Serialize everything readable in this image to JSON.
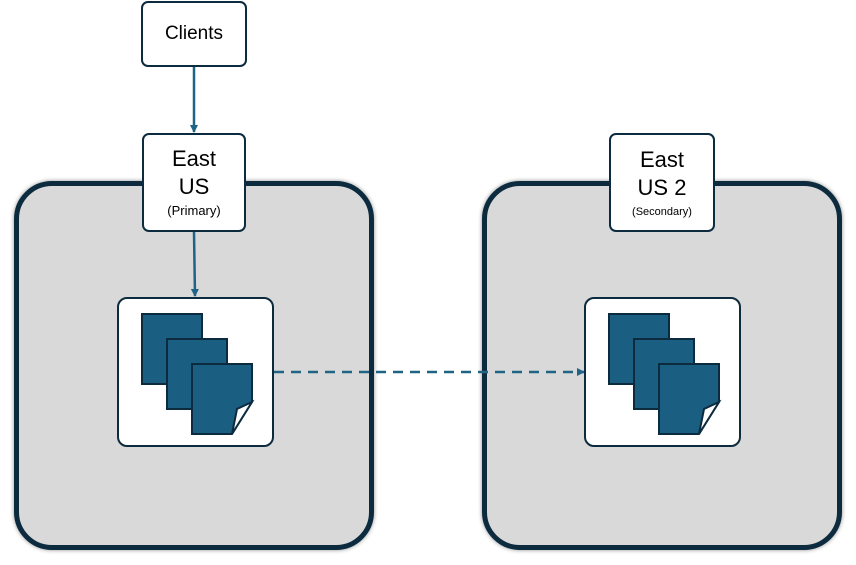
{
  "diagram": {
    "clients_label": "Clients",
    "primary_region": {
      "name_line1": "East",
      "name_line2": "US",
      "role": "(Primary)"
    },
    "secondary_region": {
      "name_line1": "East",
      "name_line2": "US 2",
      "role": "(Secondary)"
    }
  },
  "colors": {
    "border": "#0d2b3e",
    "document_fill": "#1a5e82",
    "arrow": "#1f6484",
    "region_fill": "#d9d9d9"
  },
  "icons": {
    "storage": "documents-stack-icon"
  }
}
